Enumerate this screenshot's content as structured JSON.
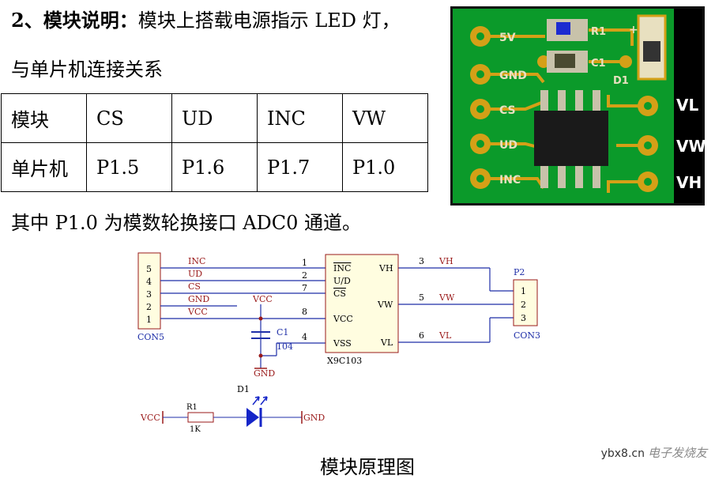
{
  "section": {
    "number": "2、",
    "title": "模块说明：",
    "desc": "模块上搭载电源指示 LED 灯，",
    "desc2": "与单片机连接关系"
  },
  "pin_table": {
    "header": [
      "模块",
      "CS",
      "UD",
      "INC",
      "VW"
    ],
    "row": [
      "单片机",
      "P1.5",
      "P1.6",
      "P1.7",
      "P1.0"
    ]
  },
  "note": "其中 P1.0 为模数轮换接口 ADC0 通道。",
  "pcb": {
    "left_pins": [
      "5V",
      "GND",
      "CS",
      "UD",
      "INC"
    ],
    "right_pins": [
      "VL",
      "VW",
      "VH"
    ],
    "parts": [
      "R1",
      "C1",
      "D1"
    ]
  },
  "schematic": {
    "con5": {
      "name": "CON5",
      "pins": [
        "5",
        "4",
        "3",
        "2",
        "1"
      ]
    },
    "nets": [
      "INC",
      "UD",
      "CS",
      "GND",
      "VCC"
    ],
    "ic": {
      "name": "X9C103",
      "left_pins": [
        {
          "num": "1",
          "name": "INC"
        },
        {
          "num": "2",
          "name": "U/D"
        },
        {
          "num": "7",
          "name": "CS"
        },
        {
          "num": "8",
          "name": "VCC"
        },
        {
          "num": "4",
          "name": "VSS"
        }
      ],
      "right_pins": [
        {
          "num": "3",
          "name": "VH",
          "net": "VH"
        },
        {
          "num": "5",
          "name": "VW",
          "net": "VW"
        },
        {
          "num": "6",
          "name": "VL",
          "net": "VL"
        }
      ]
    },
    "cap": {
      "ref": "C1",
      "value": "104",
      "vcc": "VCC",
      "gnd": "GND"
    },
    "p2": {
      "ref": "P2",
      "name": "CON3",
      "pins": [
        "1",
        "2",
        "3"
      ]
    },
    "led": {
      "vcc": "VCC",
      "res_ref": "R1",
      "res_value": "1K",
      "diode_ref": "D1",
      "gnd": "GND"
    }
  },
  "caption": "模块原理图",
  "watermark": {
    "site": "ybx8.cn",
    "brand": "电子发烧友"
  },
  "colors": {
    "pcb_green": "#0b9a2a",
    "pad_gold": "#d4a017",
    "net_red": "#9a1a1a",
    "wire_blue": "#1f2fa8",
    "led_blue": "#1525c8"
  }
}
